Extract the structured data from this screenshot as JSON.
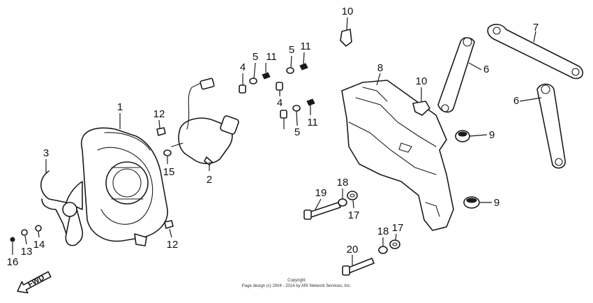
{
  "callouts": [
    "1",
    "2",
    "3",
    "4",
    "4",
    "5",
    "5",
    "5",
    "6",
    "6",
    "7",
    "8",
    "9",
    "9",
    "10",
    "10",
    "11",
    "11",
    "11",
    "12",
    "12",
    "13",
    "14",
    "15",
    "16",
    "17",
    "17",
    "18",
    "18",
    "19",
    "20"
  ],
  "fwd_label": "FWD",
  "copyright": {
    "line1": "Copyright",
    "line2": "Page design (c) 2004 - 2014 by ARI Network Services, Inc."
  }
}
